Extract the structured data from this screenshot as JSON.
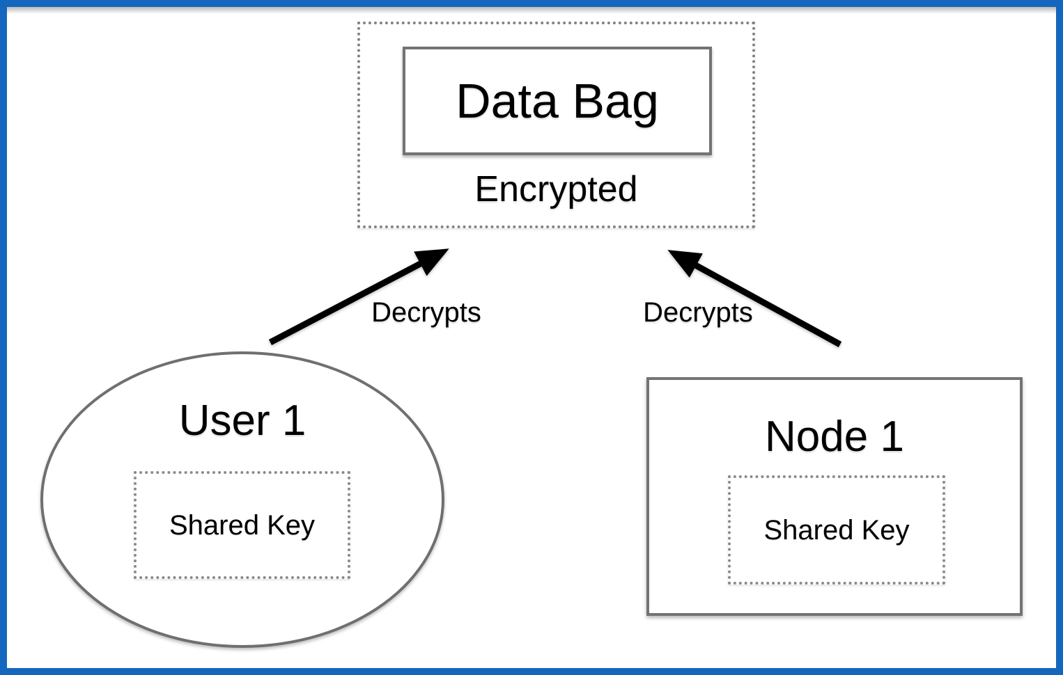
{
  "diagram": {
    "data_bag": {
      "title": "Data Bag",
      "state_label": "Encrypted"
    },
    "user": {
      "title": "User 1",
      "key_label": "Shared Key"
    },
    "node": {
      "title": "Node 1",
      "key_label": "Shared Key"
    },
    "arrows": [
      {
        "label": "Decrypts",
        "from": "User 1",
        "to": "Data Bag"
      },
      {
        "label": "Decrypts",
        "from": "Node 1",
        "to": "Data Bag"
      }
    ],
    "colors": {
      "frame_blue": "#1467bd",
      "solid_stroke_gray": "#737373",
      "dotted_stroke_gray": "#828282",
      "arrow_black": "#000000",
      "background": "#ffffff",
      "text": "#000000"
    }
  }
}
